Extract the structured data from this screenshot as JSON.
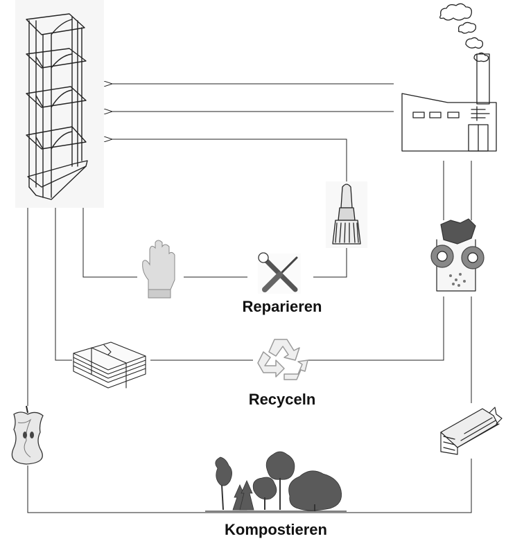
{
  "labels": {
    "repair": "Reparieren",
    "recycle": "Recyceln",
    "compost": "Kompostieren"
  },
  "icons": {
    "shelf": "shelf-tower-icon",
    "factory": "factory-icon",
    "brush": "paintbrush-icon",
    "glove": "glove-icon",
    "tools": "wrench-screwdriver-icon",
    "shredder": "shredder-icon",
    "paper": "paper-stack-icon",
    "recycle": "recycle-icon",
    "apple": "apple-core-icon",
    "trees": "forest-icon",
    "wood": "wood-log-icon"
  },
  "colors": {
    "line": "#222222",
    "glove": "#dcdcdc",
    "tools": "#555555",
    "recycle": "#9a9a9a",
    "trees": "#333333"
  }
}
